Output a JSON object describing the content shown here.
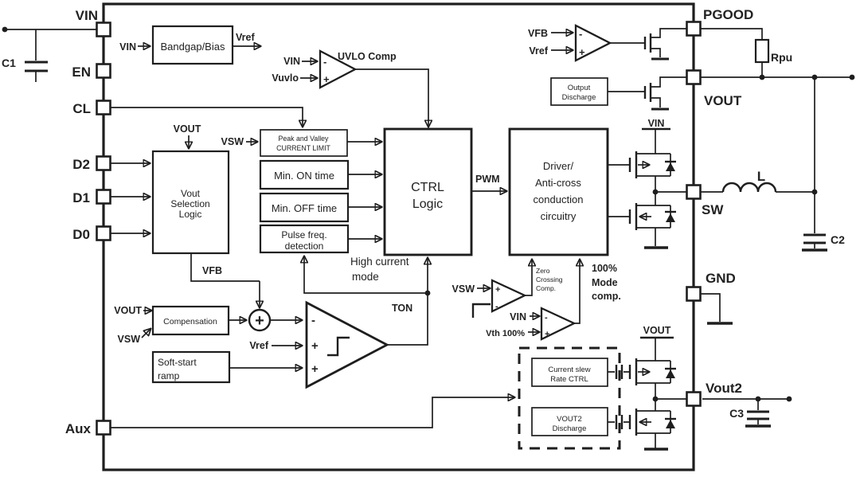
{
  "diagram": {
    "background": "#ffffff",
    "ink": "#1e1e1e",
    "pins": {
      "vin": "VIN",
      "en": "EN",
      "cl": "CL",
      "d2": "D2",
      "d1": "D1",
      "d0": "D0",
      "aux": "Aux",
      "pgood": "PGOOD",
      "vout": "VOUT",
      "sw": "SW",
      "gnd": "GND",
      "vout2": "Vout2"
    },
    "blocks": {
      "bandgap": "Bandgap/Bias",
      "vout_sel": [
        "Vout",
        "Selection",
        "Logic"
      ],
      "peak_valley": [
        "Peak and Valley",
        "CURRENT LIMIT"
      ],
      "min_on": "Min. ON time",
      "min_off": "Min. OFF time",
      "pulse_freq": [
        "Pulse freq.",
        "detection"
      ],
      "ctrl_logic": [
        "CTRL",
        "Logic"
      ],
      "driver": [
        "Driver/",
        "Anti-cross",
        "conduction",
        "circuitry"
      ],
      "output_discharge": [
        "Output",
        "Discharge"
      ],
      "compensation": "Compensation",
      "soft_start": [
        "Soft-start",
        "ramp"
      ],
      "current_slew": [
        "Current slew",
        "Rate CTRL"
      ],
      "vout2_discharge": [
        "VOUT2",
        "Discharge"
      ]
    },
    "comparators": {
      "uvlo": {
        "label": "UVLO Comp",
        "in_minus": "VIN",
        "in_plus": "Vuvlo"
      },
      "pgood": {
        "in_minus": "VFB",
        "in_plus": "Vref"
      },
      "error": {
        "in_plus": "Vref"
      },
      "zero_crossing": {
        "label": [
          "Zero",
          "Crossing",
          "Comp."
        ],
        "in_plus": "VSW"
      },
      "mode_100": {
        "label": [
          "100%",
          "Mode",
          "comp."
        ],
        "in_minus": "VIN",
        "in_plus": "Vth 100%"
      }
    },
    "signals": {
      "bandgap_in": "VIN",
      "vref": "Vref",
      "vout_sel_in": "VOUT",
      "peak_valley_in": "VSW",
      "vfb": "VFB",
      "pwm": "PWM",
      "ton": "TON",
      "high_current": [
        "High current",
        "mode"
      ],
      "hs_rail": "VIN",
      "slew_rail": "VOUT",
      "comp_in_vout": "VOUT",
      "comp_in_vsw": "VSW"
    },
    "components": {
      "c1": "C1",
      "rpu": "Rpu",
      "l": "L",
      "c2": "C2",
      "c3": "C3"
    },
    "symbols": {
      "plus": "+",
      "minus": "-"
    }
  }
}
